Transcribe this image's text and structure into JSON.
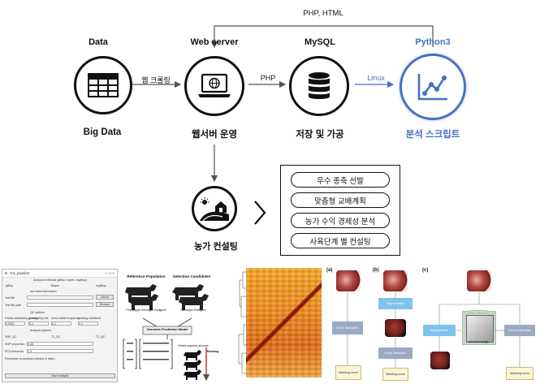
{
  "diagram": {
    "top_arrow_label": "PHP, HTML",
    "nodes": {
      "data": {
        "top_label": "Data",
        "bottom_label": "Big Data"
      },
      "web": {
        "top_label": "Web server",
        "bottom_label": "웹서버 운영"
      },
      "mysql": {
        "top_label": "MySQL",
        "bottom_label": "저장 및 가공"
      },
      "python": {
        "top_label": "Python3",
        "bottom_label": "분석 스크립트"
      },
      "farm": {
        "bottom_label": "농가 컨설팅"
      }
    },
    "edges": {
      "data_to_web": "웹 크롤링",
      "web_to_mysql": "PHP",
      "mysql_to_python": "Linux"
    },
    "consulting_items": [
      "우수 종축 선발",
      "맞춤형 교배계획",
      "농가 수익 경제성 분석",
      "사육단계 별 컨설팅"
    ],
    "colors": {
      "accent": "#4472c4",
      "ink": "#111111"
    }
  },
  "bottom": {
    "gui": {
      "title": "GS_pipeline",
      "rows": [
        "Analysis methods (gblup, bayes, ssgblup)",
        "test data information",
        "Test file",
        "Test file path",
        "QC options",
        "Analysis options",
        "SNP_QC",
        "SNP proportion",
        "PCA threshold",
        "Parameter re-analysis (default is false)"
      ],
      "gblup": "gBlup",
      "bayes": "Bayes",
      "ssgblup": "ssgBlup",
      "check_btn": "check",
      "browse_btn": "Browse",
      "qc_opts": [
        "Family absolutely-p-value",
        "genotyping rate",
        "minor allele frequency",
        "missing individual"
      ],
      "qc_vals": [
        "0.0001",
        "0.1",
        "0.1",
        "0.1"
      ],
      "snp_cols": [
        "SNP_QC",
        "T1_QC",
        "T2_QC"
      ],
      "snp_val": "0.05",
      "pca_val": "1.0",
      "start_btn": "Start analysis"
    },
    "gs": {
      "ref": "Reference Population",
      "sel": "Selection Candidates",
      "pheno": "Phenotype Genotype Pedigree",
      "geno": "Genotype Pedigree",
      "model": "Genomic Prediction Model",
      "select": "Select superior animals",
      "ranking": "Ranking"
    },
    "panels": {
      "a": "(a)",
      "b": "(b)",
      "c": "(c)",
      "score_estimation": "Score Estimation",
      "segmentation": "Segmentation",
      "marbling": "Marbling score",
      "image_patch": "Image Patch",
      "selection_image": "selection image"
    }
  }
}
